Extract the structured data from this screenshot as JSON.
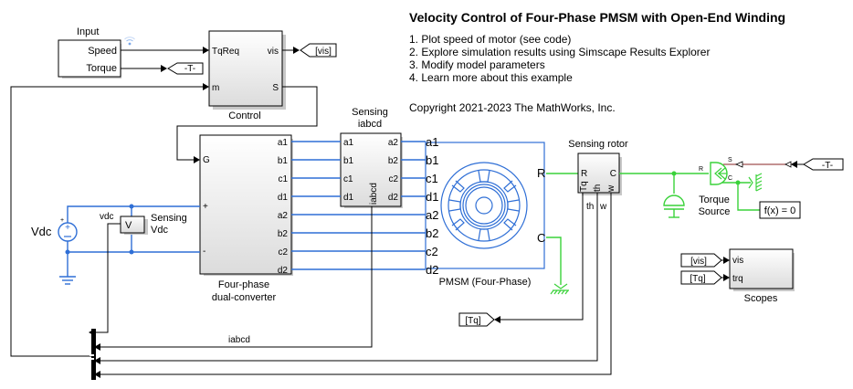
{
  "annotation": {
    "title": "Velocity Control of Four-Phase PMSM with Open-End Winding",
    "items": [
      "1. Plot speed of motor (see code)",
      "2. Explore simulation results using Simscape Results Explorer",
      "3. Modify model parameters",
      "4. Learn more about this example"
    ],
    "copyright": "Copyright 2021-2023 The MathWorks, Inc."
  },
  "blocks": {
    "input": {
      "name": "Input",
      "ports_out": [
        "Speed",
        "Torque"
      ]
    },
    "control": {
      "name": "Control",
      "ports_in": [
        "TqReq",
        "m"
      ],
      "ports_out": [
        "vis",
        "S"
      ]
    },
    "converter": {
      "name_line1": "Four-phase",
      "name_line2": "dual-converter",
      "ports_in": [
        "G",
        "+",
        "-"
      ],
      "ports_out": [
        "a1",
        "b1",
        "c1",
        "d1",
        "a2",
        "b2",
        "c2",
        "d2"
      ]
    },
    "sensing_iabcd": {
      "name_line1": "Sensing",
      "name_line2": "iabcd",
      "ports_in": [
        "a1",
        "b1",
        "c1",
        "d1"
      ],
      "ports_out": [
        "a2",
        "b2",
        "c2",
        "d2"
      ],
      "port_bottom": "iabcd"
    },
    "pmsm": {
      "name": "PMSM (Four-Phase)",
      "ports_in": [
        "a1",
        "b1",
        "c1",
        "d1",
        "a2",
        "b2",
        "c2",
        "d2"
      ],
      "ports_out": [
        "R",
        "C"
      ]
    },
    "sensing_rotor": {
      "name": "Sensing rotor",
      "ports": [
        "R",
        "C"
      ],
      "ports_bottom": [
        "Tq",
        "th",
        "w"
      ],
      "outputs_label": [
        "th",
        "w"
      ]
    },
    "torque_source": {
      "name_line1": "Torque",
      "name_line2": "Source",
      "port_r": "R",
      "port_c": "C",
      "port_s": "S"
    },
    "solver": {
      "label": "f(x) = 0"
    },
    "scopes": {
      "name": "Scopes",
      "ports_in": [
        "vis",
        "trq"
      ]
    },
    "vdc_source": {
      "name": "Vdc",
      "plus": "+",
      "minus": "-"
    },
    "sensing_vdc": {
      "name_line1": "Sensing",
      "name_line2": "Vdc",
      "glyph": "V",
      "signal": "vdc"
    }
  },
  "tags": {
    "goto_T_top": "-T-",
    "goto_vis": "[vis]",
    "from_T_right": "-T-",
    "from_vis": "[vis]",
    "from_tq": "[Tq]",
    "goto_tq": "[Tq]"
  },
  "signals": {
    "iabcd": "iabcd"
  },
  "colors": {
    "electrical": "#2f6fd6",
    "mechanical": "#3ad23a",
    "physical_signal": "#a05050",
    "signal": "#000000"
  }
}
